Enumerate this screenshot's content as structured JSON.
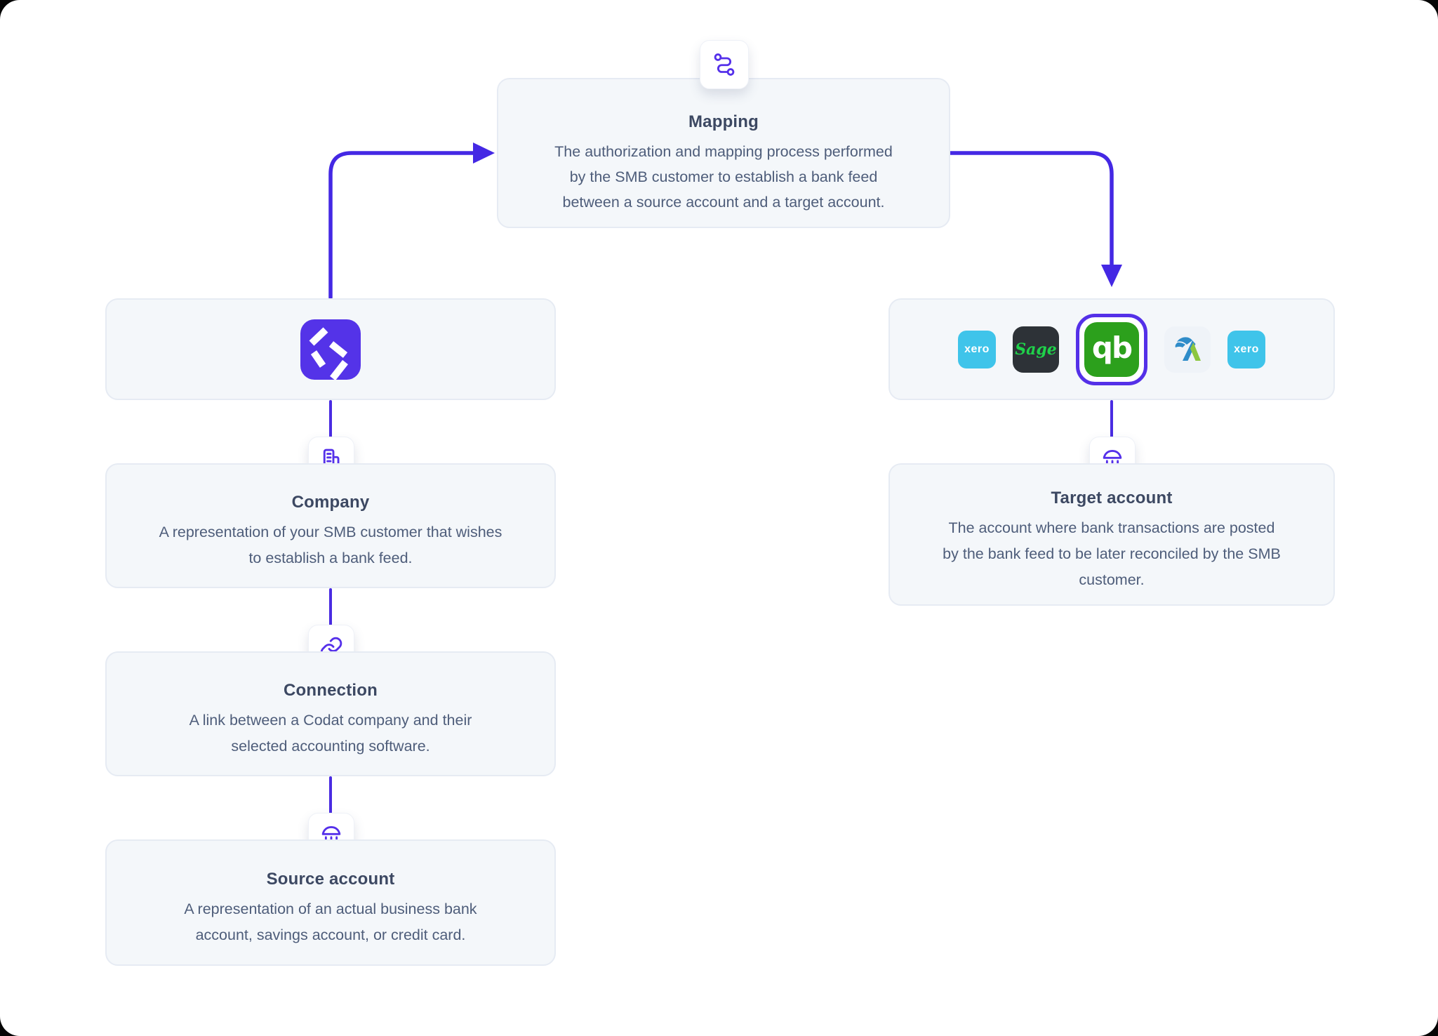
{
  "diagram": {
    "mapping": {
      "title": "Mapping",
      "description_lines": [
        "The authorization and mapping process performed",
        "by the SMB customer to establish a bank feed",
        "between a source account and a target account."
      ]
    },
    "company": {
      "title": "Company",
      "description_lines": [
        "A representation of your SMB customer that wishes",
        "to establish a bank feed."
      ]
    },
    "connection": {
      "title": "Connection",
      "description_lines": [
        "A link between a Codat company and their",
        "selected accounting software."
      ]
    },
    "source_account": {
      "title": "Source account",
      "description_lines": [
        "A representation of an actual business bank",
        "account, savings account, or credit card."
      ]
    },
    "target_account": {
      "title": "Target account",
      "description_lines": [
        "The account where bank transactions are posted",
        "by the bank feed to be later reconciled by the SMB",
        "customer."
      ]
    }
  },
  "providers": {
    "xero_label": "xero",
    "sage_label": "Sage",
    "quickbooks_label": "qb",
    "xero_label_2": "xero",
    "selected_provider": "QuickBooks"
  },
  "icons": {
    "mapping": "route-icon",
    "company": "building-icon",
    "connection": "link-icon",
    "source_account": "bank-icon",
    "target_account": "bank-icon",
    "left_entity": "codat-logo"
  },
  "colors": {
    "accent_purple": "#4a2ce2",
    "icon_purple": "#5530ea",
    "codat_purple": "#5433e8",
    "card_background": "#f4f7fa",
    "card_border": "#e6ebf3",
    "title_text": "#3c4862",
    "body_text": "#4e5d7a",
    "xero_blue": "#3fc4ea",
    "sage_dark": "#2d3237",
    "sage_green": "#1fd24a",
    "quickbooks_green": "#2ca01c",
    "freeagent_blue": "#2f8cc9",
    "freeagent_green": "#8cc63f"
  }
}
